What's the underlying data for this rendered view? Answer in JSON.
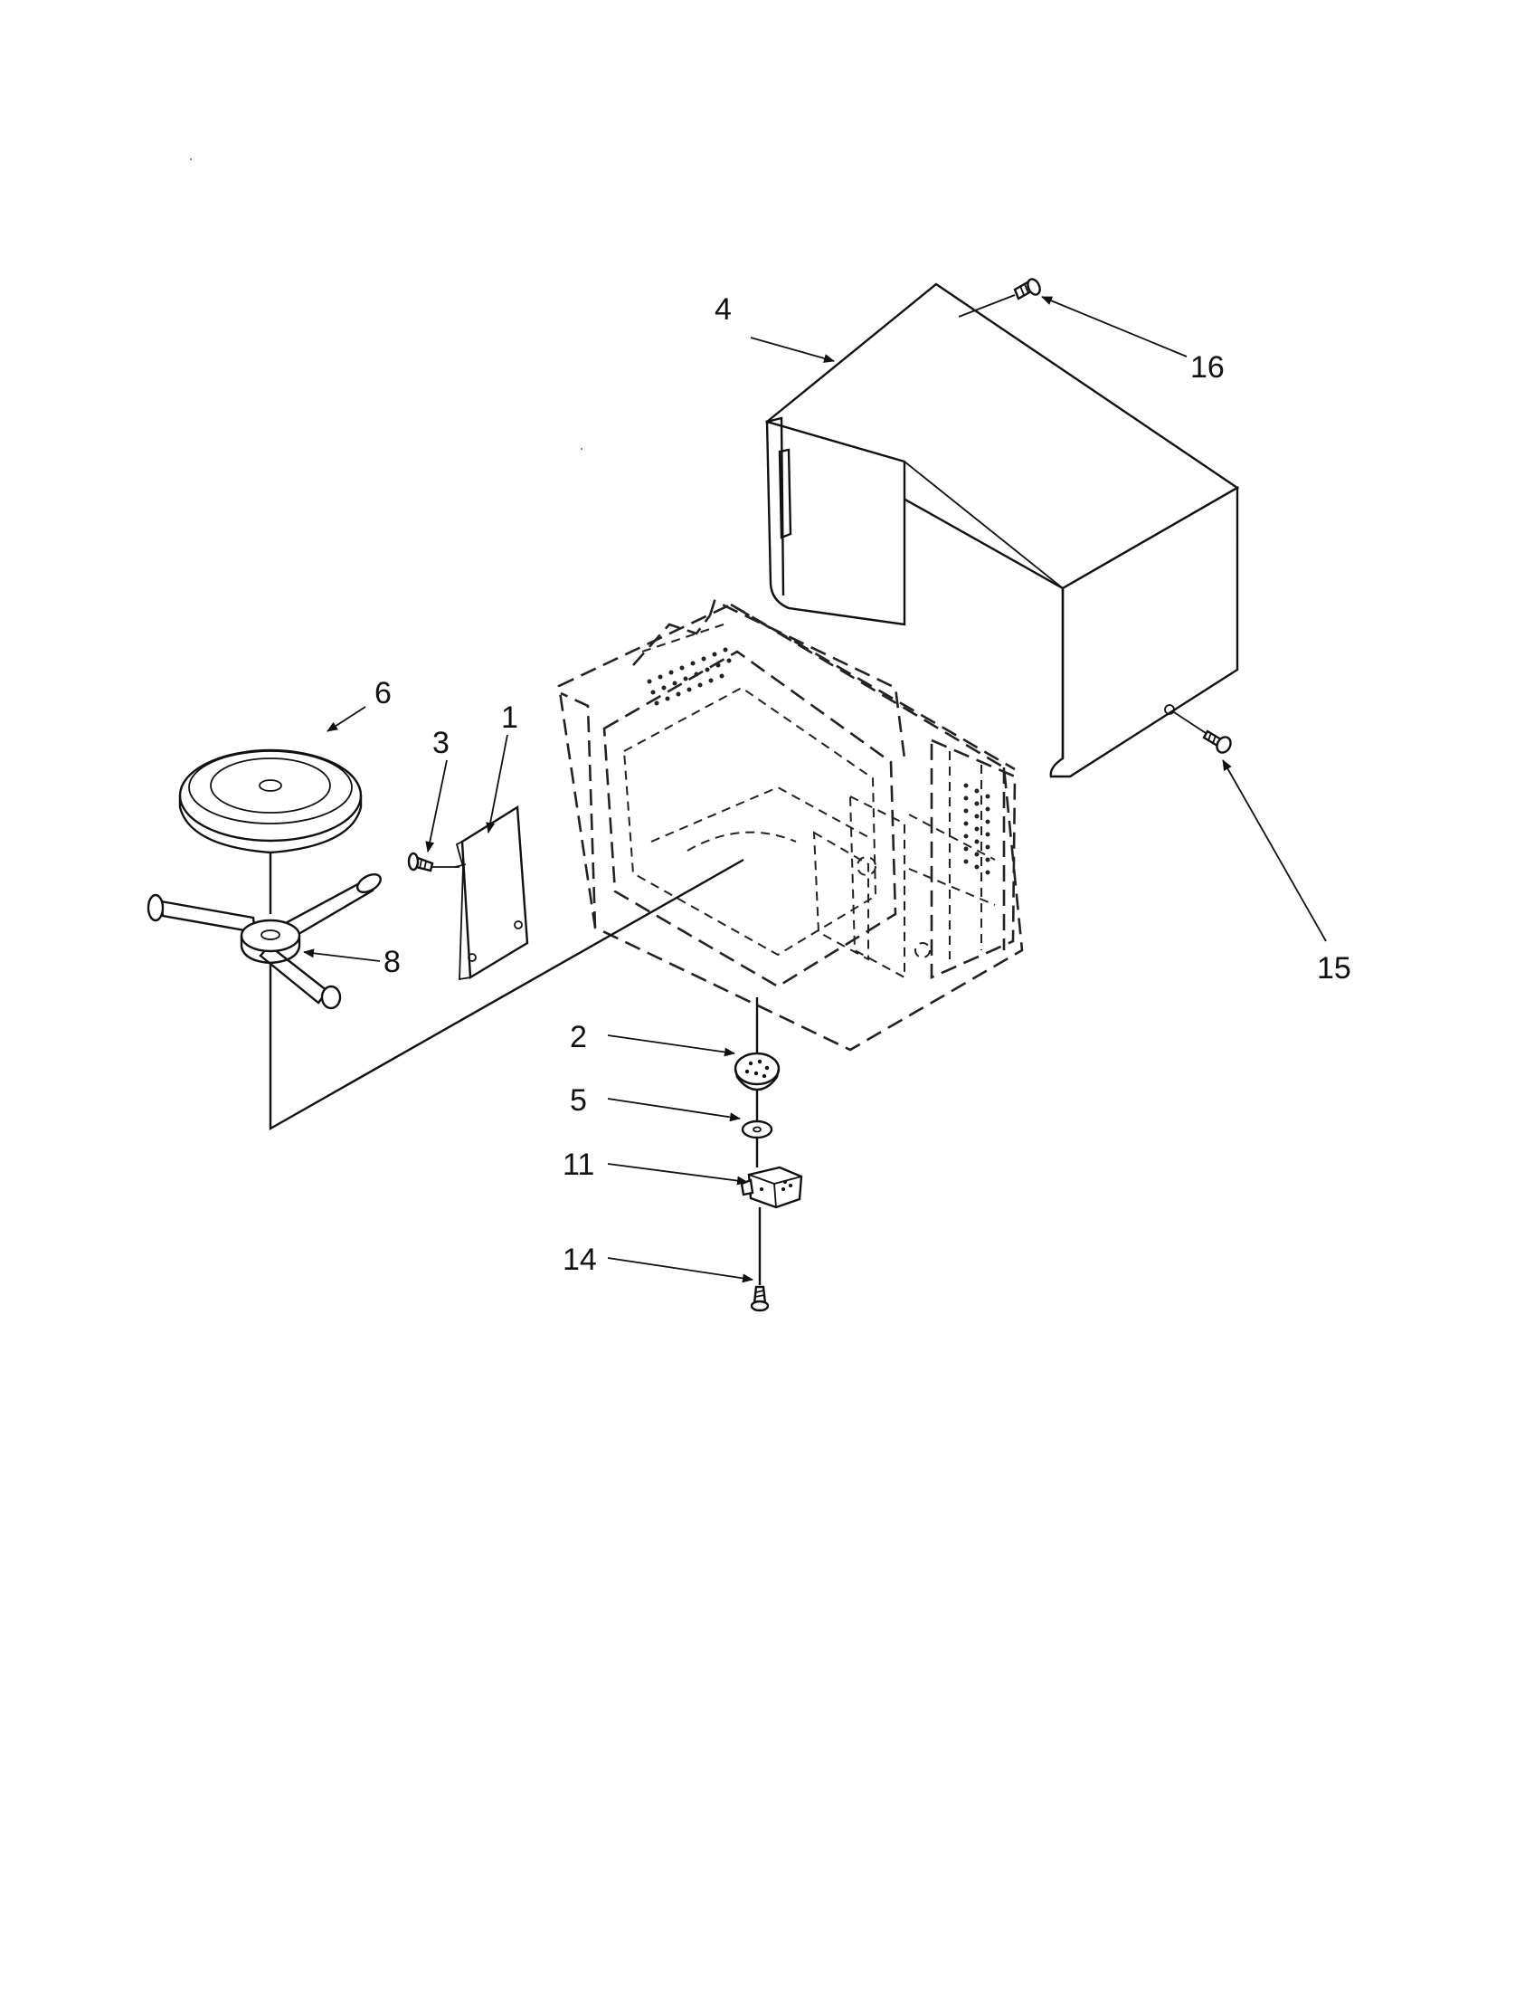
{
  "callouts": [
    {
      "id": "c1",
      "text": "1"
    },
    {
      "id": "c2",
      "text": "2"
    },
    {
      "id": "c3",
      "text": "3"
    },
    {
      "id": "c4",
      "text": "4"
    },
    {
      "id": "c5",
      "text": "5"
    },
    {
      "id": "c6",
      "text": "6"
    },
    {
      "id": "c8",
      "text": "8"
    },
    {
      "id": "c11",
      "text": "11"
    },
    {
      "id": "c14",
      "text": "14"
    },
    {
      "id": "c15",
      "text": "15"
    },
    {
      "id": "c16",
      "text": "16"
    }
  ]
}
